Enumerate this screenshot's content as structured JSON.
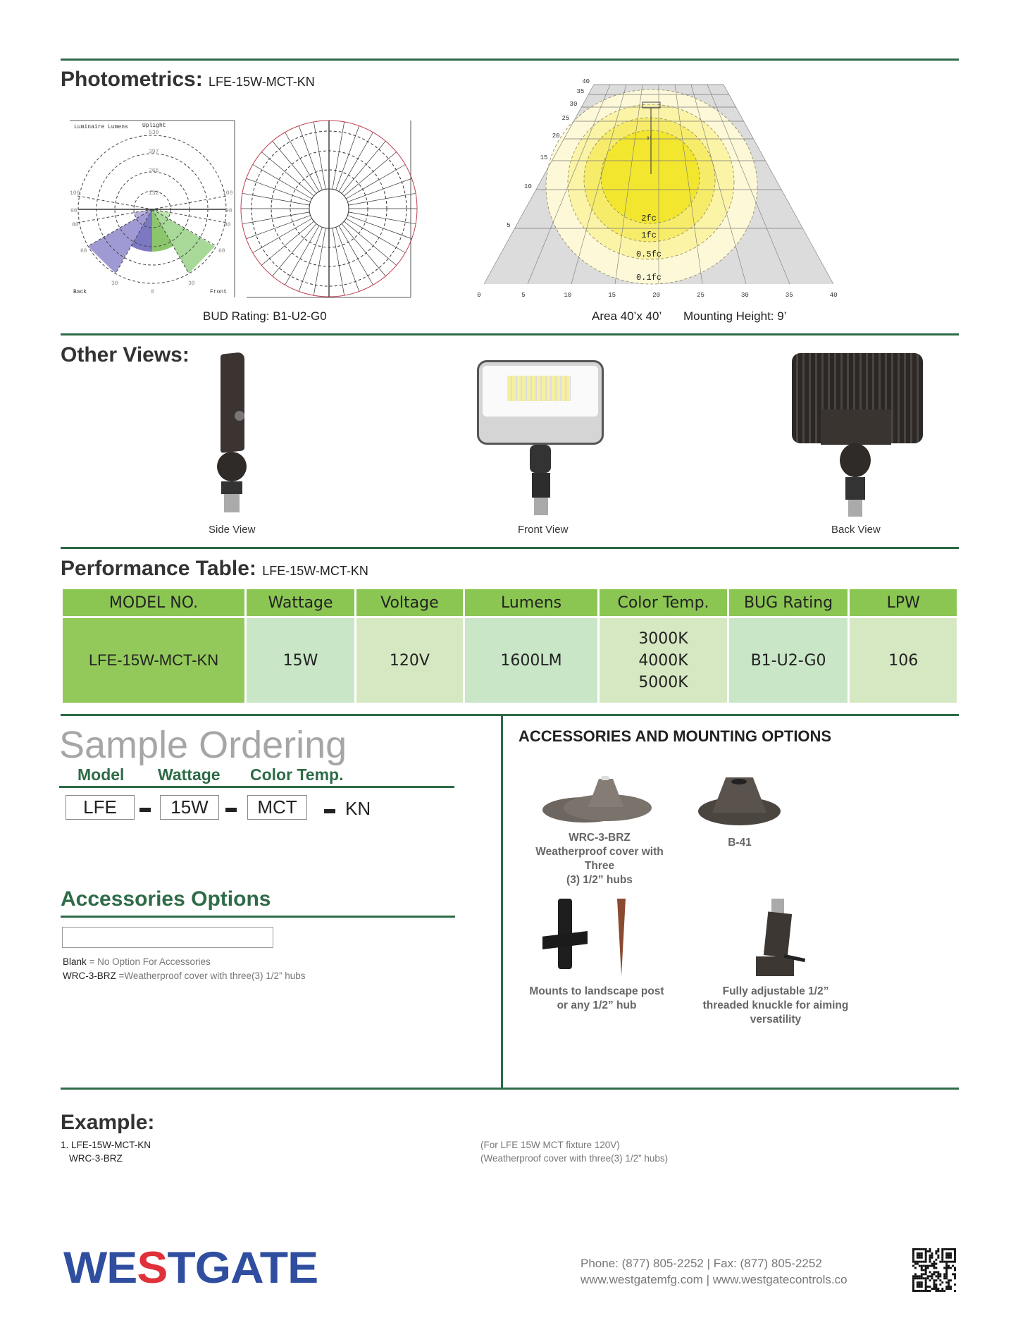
{
  "photometrics": {
    "title": "Photometrics:",
    "model": "LFE-15W-MCT-KN",
    "polar": {
      "luminaire_lumens": "Luminaire Lumens",
      "uplight": "Uplight",
      "rings": [
        "132",
        "265",
        "397",
        "530"
      ],
      "angles": {
        "a100l": "100",
        "a90l": "90",
        "a80l": "80",
        "a60l": "60",
        "a30l": "30",
        "a0": "0",
        "a30r": "30",
        "a60r": "60",
        "a80r": "80",
        "a90r": "90",
        "a100r": "100"
      },
      "back": "Back",
      "front": "Front"
    },
    "bud_rating": "BUD Rating: B1-U2-G0",
    "isoline": {
      "x_ticks": [
        "0",
        "5",
        "10",
        "15",
        "20",
        "25",
        "30",
        "35",
        "40"
      ],
      "y_ticks": [
        "5",
        "10",
        "15",
        "20",
        "25",
        "30",
        "35",
        "40"
      ],
      "contours": [
        "2fc",
        "1fc",
        "0.5fc",
        "0.1fc"
      ],
      "contour_colors": [
        "#f2e62f",
        "#f7ec6a",
        "#fbf3a6",
        "#fdf9d8"
      ],
      "mount_label": "9'"
    },
    "area": "Area 40’x 40’",
    "mounting_height": "Mounting Height: 9’"
  },
  "other_views": {
    "title": "Other Views:",
    "views": [
      "Side View",
      "Front View",
      "Back View"
    ]
  },
  "performance": {
    "title": "Performance Table:",
    "model": "LFE-15W-MCT-KN",
    "headers": [
      "MODEL NO.",
      "Wattage",
      "Voltage",
      "Lumens",
      "Color Temp.",
      "BUG Rating",
      "LPW"
    ],
    "row": {
      "model": "LFE-15W-MCT-KN",
      "wattage": "15W",
      "voltage": "120V",
      "lumens": "1600LM",
      "color_temps": [
        "3000K",
        "4000K",
        "5000K"
      ],
      "bug": "B1-U2-G0",
      "lpw": "106"
    },
    "colors": {
      "header": "#8bc653",
      "model_cell": "#93c95a",
      "cell_a": "#c9e6c6",
      "cell_b": "#d6e8c2"
    }
  },
  "ordering": {
    "title": "Sample Ordering",
    "labels": [
      "Model",
      "Wattage",
      "Color Temp."
    ],
    "values": [
      "LFE",
      "15W",
      "MCT"
    ],
    "suffix": "KN"
  },
  "accessories_options": {
    "title": "Accessories Options",
    "input_value": "",
    "notes": [
      {
        "key": "Blank",
        "text": " = No Option For Accessories"
      },
      {
        "key": "WRC-3-BRZ",
        "text": " =Weatherproof cover with three(3) 1/2” hubs"
      }
    ]
  },
  "mounting": {
    "title": "ACCESSORIES AND MOUNTING OPTIONS",
    "items": [
      {
        "lines": [
          "WRC-3-BRZ",
          "Weatherproof cover with",
          "Three",
          "(3) 1/2” hubs"
        ]
      },
      {
        "lines": [
          "B-41"
        ]
      },
      {
        "lines": [
          "Mounts to landscape post",
          "or any 1/2” hub"
        ]
      },
      {
        "lines": [
          "Fully adjustable 1/2”",
          "threaded knuckle for aiming",
          "versatility"
        ]
      }
    ]
  },
  "example": {
    "title": "Example:",
    "lines": [
      "1. LFE-15W-MCT-KN",
      "WRC-3-BRZ"
    ],
    "notes": [
      "(For LFE 15W MCT fixture 120V)",
      "(Weatherproof cover with three(3) 1/2” hubs)"
    ]
  },
  "footer": {
    "logo": "WESTGATE",
    "logo_colors": {
      "blue": "#2f4ea0",
      "red": "#e0303a"
    },
    "phone": "Phone: (877) 805-2252",
    "fax": "Fax: (877) 805-2252",
    "web1": "www.westgatemfg.com",
    "web2": "www.westgatecontrols.co"
  }
}
